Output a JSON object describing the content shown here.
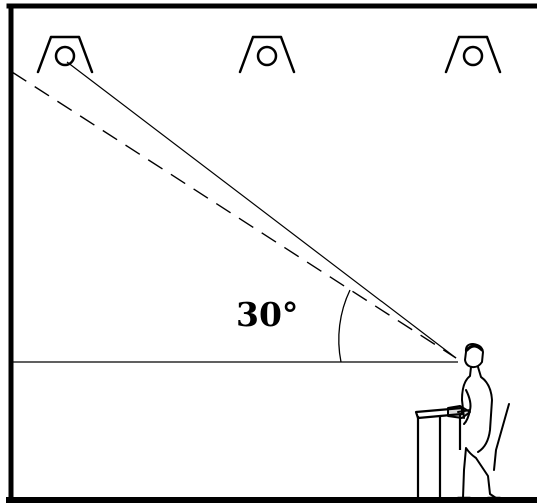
{
  "diagram": {
    "angle_label": "30°",
    "angle_degrees": 30,
    "luminaire_count": 3,
    "colors": {
      "ink": "#000000",
      "background": "#ffffff"
    }
  }
}
